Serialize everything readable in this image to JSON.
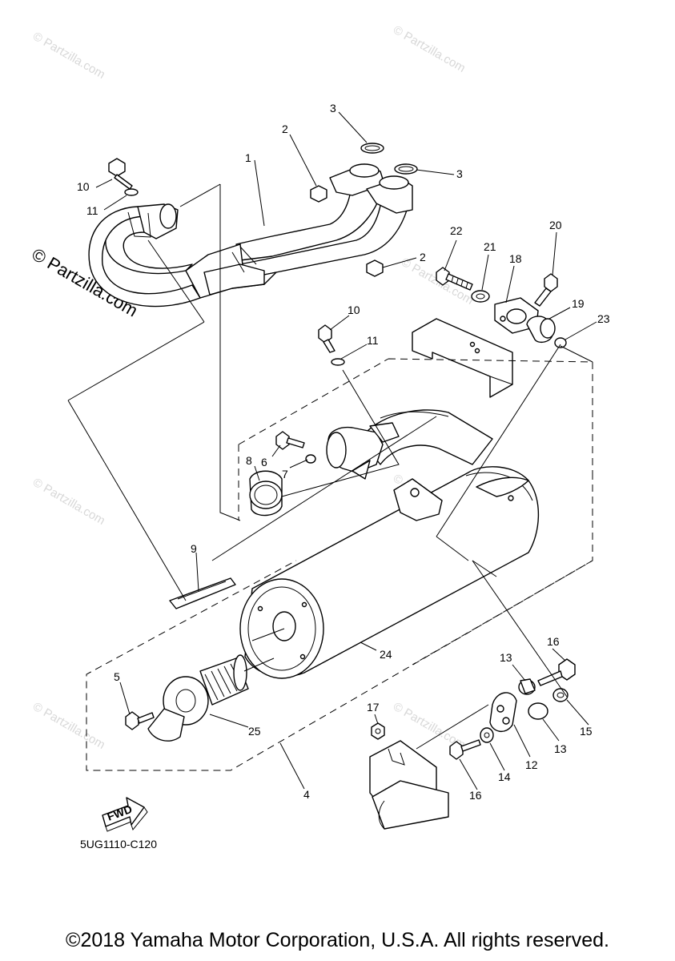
{
  "watermarks": {
    "big": "© Partzilla.com",
    "small": "© Partzilla.com"
  },
  "diagram_code": "5UG1110-C120",
  "fwd_label": "FWD",
  "copyright": "©2018 Yamaha Motor Corporation, U.S.A. All rights reserved.",
  "callouts": {
    "c1": "1",
    "c2a": "2",
    "c2b": "2",
    "c3a": "3",
    "c3b": "3",
    "c4": "4",
    "c5": "5",
    "c6": "6",
    "c7": "7",
    "c8": "8",
    "c9": "9",
    "c10a": "10",
    "c10b": "10",
    "c11a": "11",
    "c11b": "11",
    "c12": "12",
    "c13a": "13",
    "c13b": "13",
    "c14": "14",
    "c15": "15",
    "c16a": "16",
    "c16b": "16",
    "c17": "17",
    "c18": "18",
    "c19": "19",
    "c20": "20",
    "c21": "21",
    "c22": "22",
    "c23": "23",
    "c24": "24",
    "c25": "25"
  }
}
